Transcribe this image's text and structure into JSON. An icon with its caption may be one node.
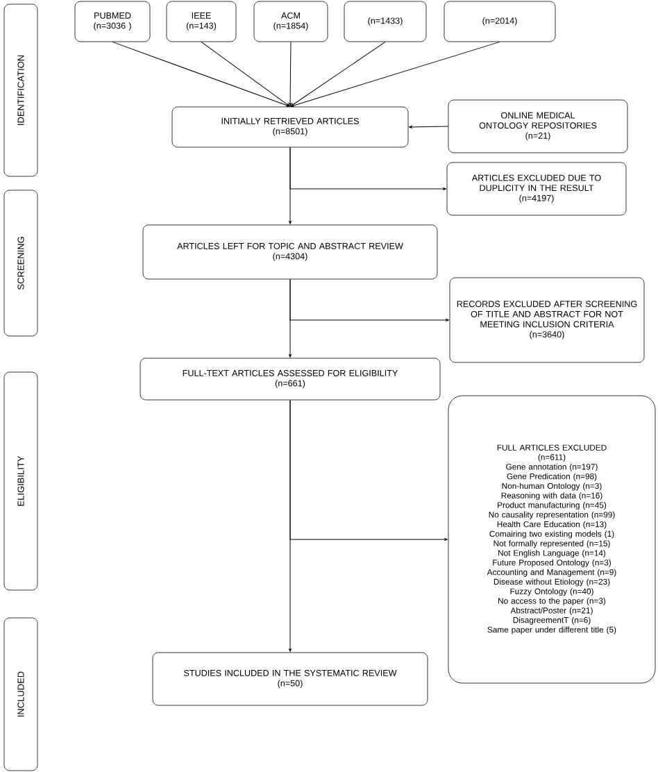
{
  "diagram": {
    "nodes": [
      {
        "text": [
          "PUBMED",
          "(n=3036 )"
        ]
      },
      {
        "text": [
          "IEEE",
          "(n=143)"
        ]
      },
      {
        "text": [
          "ACM",
          "(n=1854)"
        ]
      },
      {
        "text": [
          "(n=1433)"
        ]
      },
      {
        "text": [
          "(n=2014)"
        ]
      },
      {
        "text": [
          "INITIALLY RETRIEVED ARTICLES",
          "(n=8501)"
        ]
      },
      {
        "text": [
          "ONLINE MEDICAL ONTOLOGY REPOSITORIES",
          "(n=21)"
        ]
      },
      {
        "text": [
          "ARTICLES EXCLUDED DUE TO DUPLICITY IN THE RESULT",
          "(n=4197)"
        ]
      },
      {
        "text": [
          "ARTICLES LEFT FOR TOPIC AND ABSTRACT REVIEW",
          "(n=4304)"
        ]
      },
      {
        "text": [
          "RECORDS EXCLUDED AFTER SCREENING OF TITLE AND ABSTRACT FOR NOT MEETING INCLUSION CRITERIA",
          "(n=3640)"
        ]
      },
      {
        "text": [
          "FULL-TEXT ARTICLES ASSESSED FOR ELIGIBILITY",
          "(n=661)"
        ]
      },
      {
        "text": [
          "FULL ARTICLES EXCLUDED",
          "(n=611)",
          "Gene annotation (n=197)",
          "Gene Predication (n=98)",
          "Non-human Ontology (n=3)",
          "Reasoning with data (n=16)",
          "Product manufacturing (n=45)",
          "No causality representation (n=99)",
          "Health Care Education (n=13)",
          "Comairing two existing models (1)",
          "Not formally represented (n=15)",
          "Not English Language (n=14)",
          "Future Proposed Ontology (n=3)",
          "Accounting and Management (n=9)",
          "Disease without Etiology (n=23)",
          "Fuzzy Ontology (n=40)",
          "No access to the paper (n=3)",
          "Abstract/Poster (n=21)",
          "DisagreementT (n=6)",
          "Same paper under different title (5)"
        ]
      },
      {
        "text": [
          "STUDIES INCLUDED IN THE SYSTEMATIC REVIEW",
          "(n=50)"
        ]
      },
      {
        "text": [
          "IDENTIFICATION"
        ]
      },
      {
        "text": [
          "SCREENING"
        ]
      },
      {
        "text": [
          "ELIGIBILITY"
        ]
      },
      {
        "text": [
          "INCLUDED"
        ]
      }
    ],
    "edges": [
      {
        "from": 0,
        "to": 5,
        "arrow": "to"
      },
      {
        "from": 1,
        "to": 5,
        "arrow": "to"
      },
      {
        "from": 2,
        "to": 5,
        "arrow": "to"
      },
      {
        "from": 3,
        "to": 5,
        "arrow": "to"
      },
      {
        "from": 4,
        "to": 5,
        "arrow": "to"
      },
      {
        "from": 6,
        "to": 5,
        "arrow": "to"
      },
      {
        "from": 5,
        "to": 7,
        "arrow": "to"
      },
      {
        "from": 5,
        "to": 8,
        "arrow": "to"
      },
      {
        "from": 8,
        "to": 9,
        "arrow": "to"
      },
      {
        "from": 8,
        "to": 10,
        "arrow": "to"
      },
      {
        "from": 10,
        "to": 11,
        "arrow": "to"
      },
      {
        "from": 10,
        "to": 12,
        "arrow": "to"
      }
    ]
  }
}
